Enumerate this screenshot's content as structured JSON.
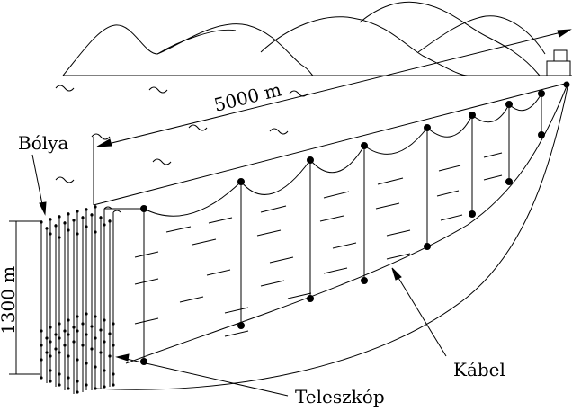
{
  "labels": {
    "distance": "5000 m",
    "depth": "1300 m",
    "buoy": "Bólya",
    "telescope": "Teleszkóp",
    "cable": "Kábel"
  }
}
